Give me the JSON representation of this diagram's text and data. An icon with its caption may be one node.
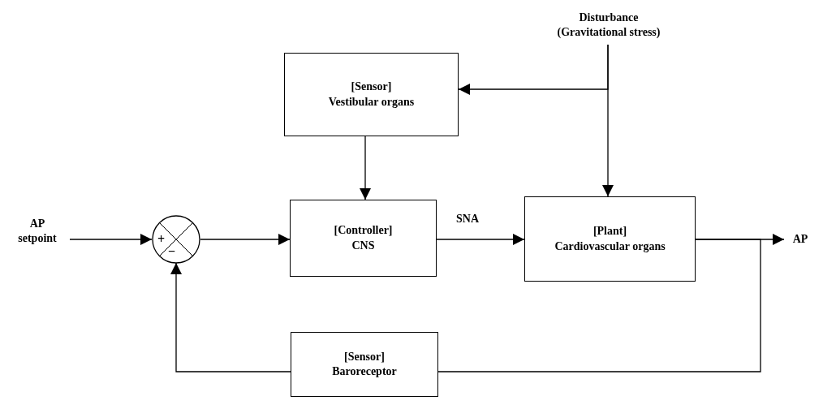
{
  "diagram": {
    "nodes": [
      {
        "text": [
          "AP",
          "setpoint"
        ]
      },
      {
        "text": [
          "+",
          "−"
        ]
      },
      {
        "text": [
          "[Sensor]",
          "Vestibular organs"
        ]
      },
      {
        "text": [
          "[Controller]",
          "CNS"
        ]
      },
      {
        "text": [
          "[Plant]",
          "Cardiovascular organs"
        ]
      },
      {
        "text": [
          "[Sensor]",
          "Baroreceptor"
        ]
      },
      {
        "text": [
          "Disturbance",
          "(Gravitational stress)"
        ]
      },
      {
        "text": [
          "AP"
        ]
      }
    ],
    "edges": [
      {
        "from": 0,
        "to": 1,
        "arrow": "to"
      },
      {
        "from": 1,
        "to": 3,
        "arrow": "to"
      },
      {
        "from": 2,
        "to": 3,
        "arrow": "to"
      },
      {
        "from": 3,
        "to": 4,
        "arrow": "to",
        "label": "SNA"
      },
      {
        "from": 6,
        "to": 2,
        "arrow": "to"
      },
      {
        "from": 6,
        "to": 4,
        "arrow": "to"
      },
      {
        "from": 4,
        "to": 7,
        "arrow": "to"
      },
      {
        "from": 4,
        "to": 5,
        "arrow": "none"
      },
      {
        "from": 5,
        "to": 1,
        "arrow": "to"
      }
    ]
  }
}
